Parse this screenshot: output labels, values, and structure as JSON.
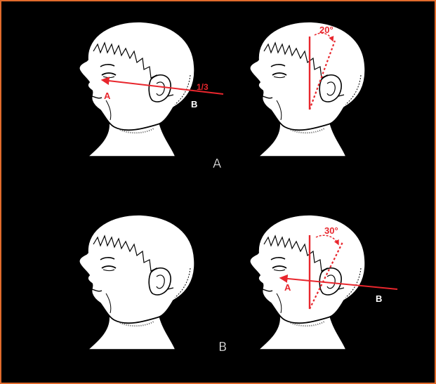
{
  "figure": {
    "colors": {
      "background": "#000000",
      "frame": "#e06a2c",
      "annotation": "#e8262d",
      "head_fill": "#ffffff",
      "outline": "#000000",
      "panel_label": "#ffffff"
    },
    "panels": [
      {
        "label": "A"
      },
      {
        "label": "B"
      }
    ],
    "annotations": {
      "top_left": {
        "point_a": "A",
        "point_b": "B",
        "ratio": "1/3"
      },
      "top_right": {
        "angle": "20°"
      },
      "bottom_right": {
        "point_a": "A",
        "point_b": "B",
        "angle": "30°"
      }
    }
  }
}
